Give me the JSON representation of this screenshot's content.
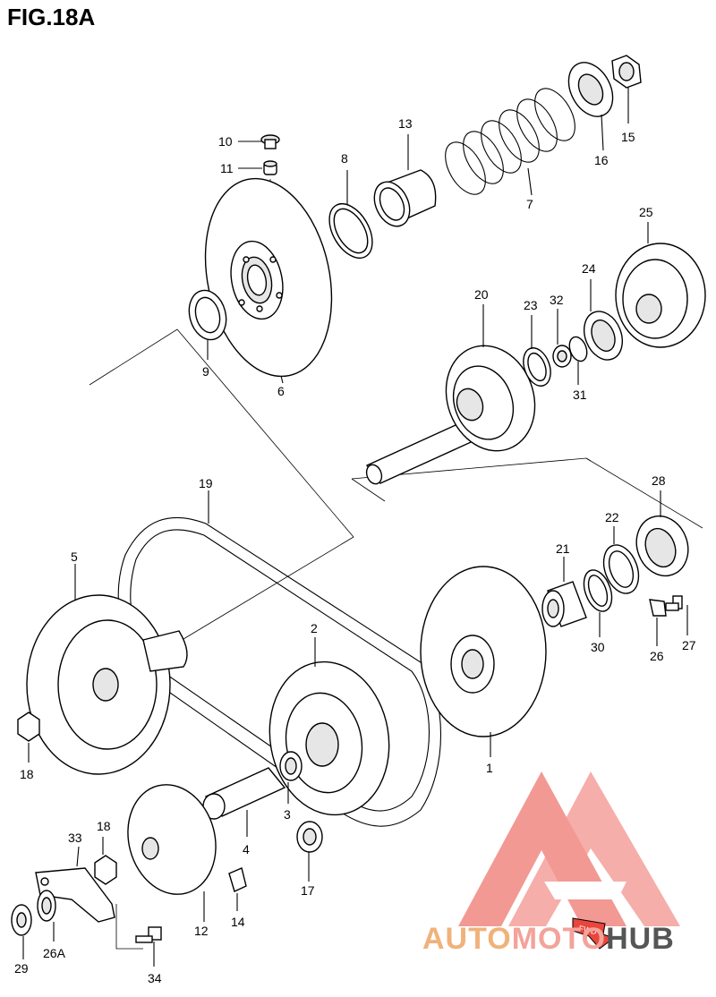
{
  "figure": {
    "title": "FIG.18A"
  },
  "callouts": [
    {
      "id": "c10",
      "text": "10"
    },
    {
      "id": "c11",
      "text": "11"
    },
    {
      "id": "c8",
      "text": "8"
    },
    {
      "id": "c13",
      "text": "13"
    },
    {
      "id": "c7",
      "text": "7"
    },
    {
      "id": "c16",
      "text": "16"
    },
    {
      "id": "c15",
      "text": "15"
    },
    {
      "id": "c9",
      "text": "9"
    },
    {
      "id": "c6",
      "text": "6"
    },
    {
      "id": "c25",
      "text": "25"
    },
    {
      "id": "c20",
      "text": "20"
    },
    {
      "id": "c23",
      "text": "23"
    },
    {
      "id": "c32",
      "text": "32"
    },
    {
      "id": "c24",
      "text": "24"
    },
    {
      "id": "c31",
      "text": "31"
    },
    {
      "id": "c19",
      "text": "19"
    },
    {
      "id": "c28",
      "text": "28"
    },
    {
      "id": "c22",
      "text": "22"
    },
    {
      "id": "c21",
      "text": "21"
    },
    {
      "id": "c5",
      "text": "5"
    },
    {
      "id": "c2",
      "text": "2"
    },
    {
      "id": "c30",
      "text": "30"
    },
    {
      "id": "c26",
      "text": "26"
    },
    {
      "id": "c27",
      "text": "27"
    },
    {
      "id": "c18a",
      "text": "18"
    },
    {
      "id": "c1",
      "text": "1"
    },
    {
      "id": "c3",
      "text": "3"
    },
    {
      "id": "c33",
      "text": "33"
    },
    {
      "id": "c18b",
      "text": "18"
    },
    {
      "id": "c4",
      "text": "4"
    },
    {
      "id": "c17",
      "text": "17"
    },
    {
      "id": "c14",
      "text": "14"
    },
    {
      "id": "c12",
      "text": "12"
    },
    {
      "id": "c29",
      "text": "29"
    },
    {
      "id": "c26A",
      "text": "26A"
    },
    {
      "id": "c34",
      "text": "34"
    }
  ],
  "watermark": {
    "part1": "AUTO",
    "part2": "MOTO",
    "part3": "HUB",
    "badge": "FWD"
  },
  "colors": {
    "watermark_red": "#e8463c",
    "watermark_orange": "#f0b27a",
    "watermark_gray": "#555555"
  }
}
